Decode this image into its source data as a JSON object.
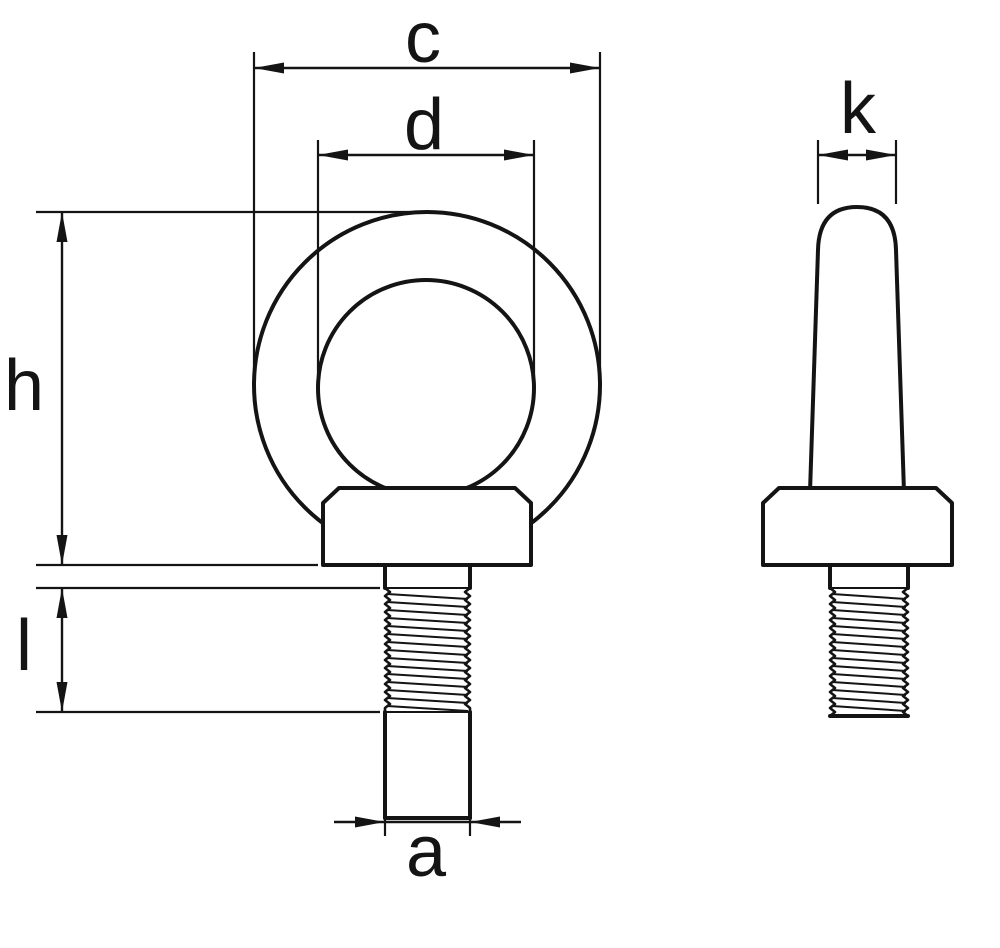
{
  "diagram": {
    "colors": {
      "line": "#141414",
      "background": "#ffffff"
    },
    "labels": {
      "c": "c",
      "d": "d",
      "h": "h",
      "l": "l",
      "a": "a",
      "k": "k"
    }
  }
}
